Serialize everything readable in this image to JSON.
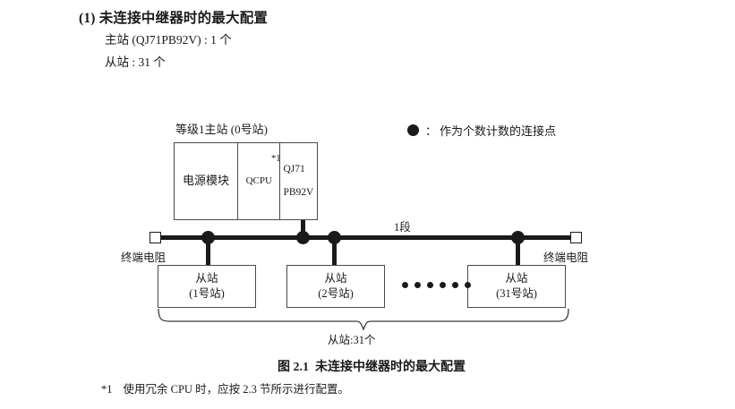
{
  "heading": {
    "number": "(1)",
    "text": "未连接中继器时的最大配置"
  },
  "spec_lines": [
    "主站 (QJ71PB92V) : 1 个",
    "从站 : 31 个"
  ],
  "legend": {
    "symbol": "filled-circle",
    "colon": "：",
    "text": "作为个数计数的连接点"
  },
  "diagram": {
    "master_label": "等级1主站 (0号站)",
    "module": {
      "power": "电源模块",
      "cpu": "QCPU",
      "cpu_footnote": "*1",
      "network_line1": "QJ71",
      "network_line2": "PB92V"
    },
    "segment_label": "1段",
    "terminator_left": "终端电阻",
    "terminator_right": "终端电阻",
    "slaves": [
      {
        "title": "从站",
        "station": "(1号站)"
      },
      {
        "title": "从站",
        "station": "(2号站)"
      },
      {
        "title": "从站",
        "station": "(31号站)"
      }
    ],
    "ellipsis_count": 6,
    "brace_label": "从站:31个"
  },
  "figure": {
    "number": "图 2.1",
    "title": "未连接中继器时的最大配置"
  },
  "footnote": {
    "mark": "*1",
    "text": "使用冗余 CPU 时，应按 2.3 节所示进行配置。"
  },
  "colors": {
    "ink": "#1a1a1a",
    "box_border": "#4a4a4a",
    "background": "#ffffff"
  }
}
